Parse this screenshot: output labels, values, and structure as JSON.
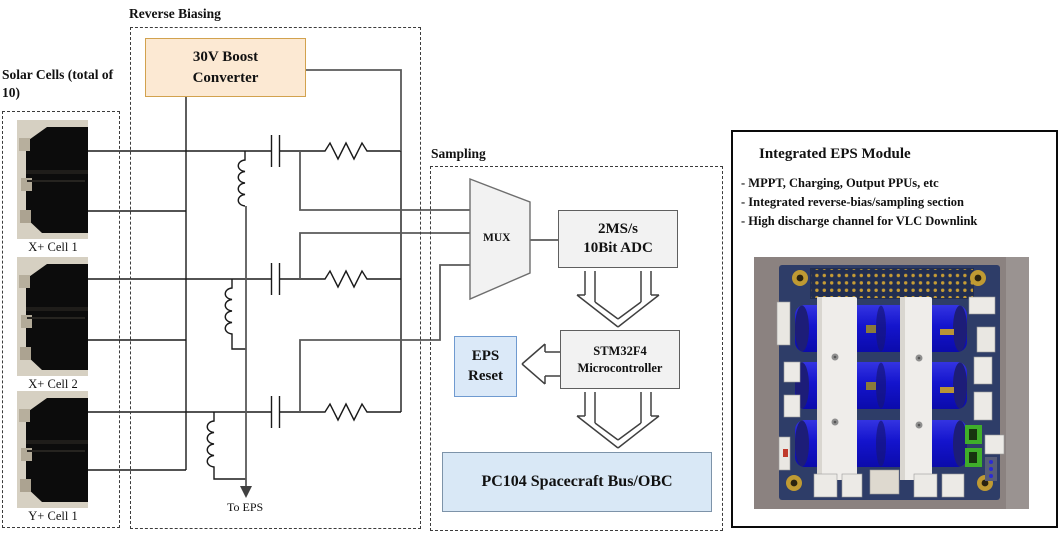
{
  "labels": {
    "reverse_biasing": "Reverse Biasing",
    "solar_cells": "Solar Cells (total of 10)",
    "sampling": "Sampling",
    "to_eps": "To EPS"
  },
  "cells": [
    {
      "label": "X+ Cell 1"
    },
    {
      "label": "X+ Cell 2"
    },
    {
      "label": "Y+ Cell 1"
    }
  ],
  "boxes": {
    "boost": {
      "line1": "30V Boost",
      "line2": "Converter"
    },
    "mux": "MUX",
    "adc": {
      "line1": "2MS/s",
      "line2": "10Bit ADC"
    },
    "mcu": {
      "line1": "STM32F4",
      "line2": "Microcontroller"
    },
    "eps_reset": {
      "line1": "EPS",
      "line2": "Reset"
    },
    "pc104": "PC104 Spacecraft Bus/OBC"
  },
  "eps_module": {
    "title": "Integrated EPS Module",
    "bullets": [
      "- MPPT, Charging, Output PPUs, etc",
      "- Integrated reverse-bias/sampling section",
      "- High discharge channel for VLC Downlink"
    ]
  },
  "colors": {
    "boost-fill": "#fce9d3",
    "boost-border": "#d2a24e",
    "blue-fill": "#dbe9f8",
    "blue-border": "#6f9ad0",
    "gray-fill": "#f2f2f2",
    "gray-border": "#5f5f5f",
    "pc104-fill": "#d9e8f6",
    "pc104-border": "#7d93a9",
    "wire-gray": "#595959",
    "line-black": "#1a1a1a",
    "photo-bg": "#8b8280",
    "pcb-board": "#2e3d68",
    "pcb-cyl": "#1717d0",
    "pcb-gold": "#c19a3d"
  }
}
